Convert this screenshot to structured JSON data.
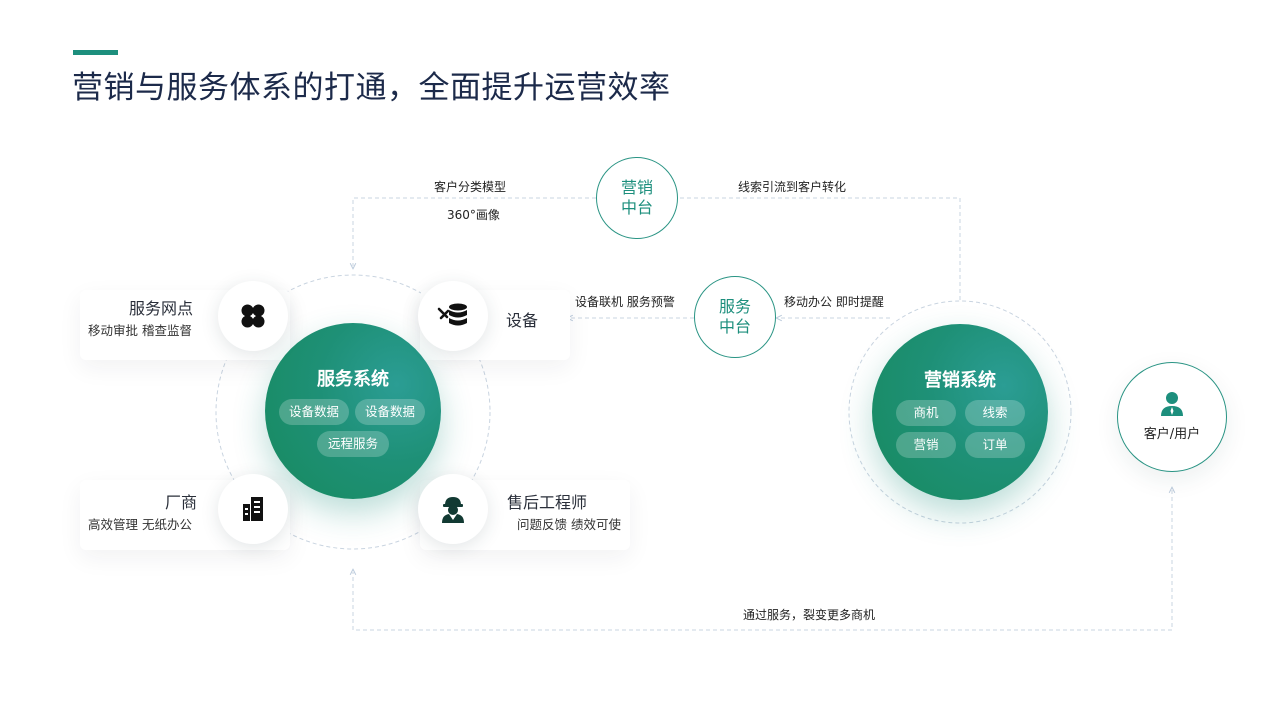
{
  "page": {
    "title": "营销与服务体系的打通，全面提升运营效率"
  },
  "hubs": {
    "marketing_platform": {
      "line1": "营销",
      "line2": "中台"
    },
    "service_platform": {
      "line1": "服务",
      "line2": "中台"
    }
  },
  "flows": {
    "top_left_1": "客户分类模型",
    "top_left_2": "360°画像",
    "top_right": "线索引流到客户转化",
    "mid_left": "设备联机 服务预警",
    "mid_right": "移动办公 即时提醒",
    "bottom": "通过服务，裂变更多商机"
  },
  "service_system": {
    "title": "服务系统",
    "chips": [
      "设备数据",
      "设备数据",
      "远程服务"
    ]
  },
  "marketing_system": {
    "title": "营销系统",
    "chips": [
      "商机",
      "线索",
      "营销",
      "订单"
    ]
  },
  "nodes": {
    "service_outlet": {
      "name": "服务网点",
      "sub": "移动审批 稽查监督",
      "icon": "clover-icon"
    },
    "device": {
      "name": "设备",
      "icon": "database-tools-icon"
    },
    "manufacturer": {
      "name": "厂商",
      "sub": "高效管理 无纸办公",
      "icon": "building-icon"
    },
    "engineer": {
      "name": "售后工程师",
      "sub": "问题反馈 绩效可使",
      "icon": "engineer-icon"
    }
  },
  "customer": {
    "label": "客户/用户",
    "icon": "user-icon"
  },
  "colors": {
    "accent": "#1d8f7d",
    "title": "#1c2a4a",
    "dashed": "#c9d4e0"
  }
}
